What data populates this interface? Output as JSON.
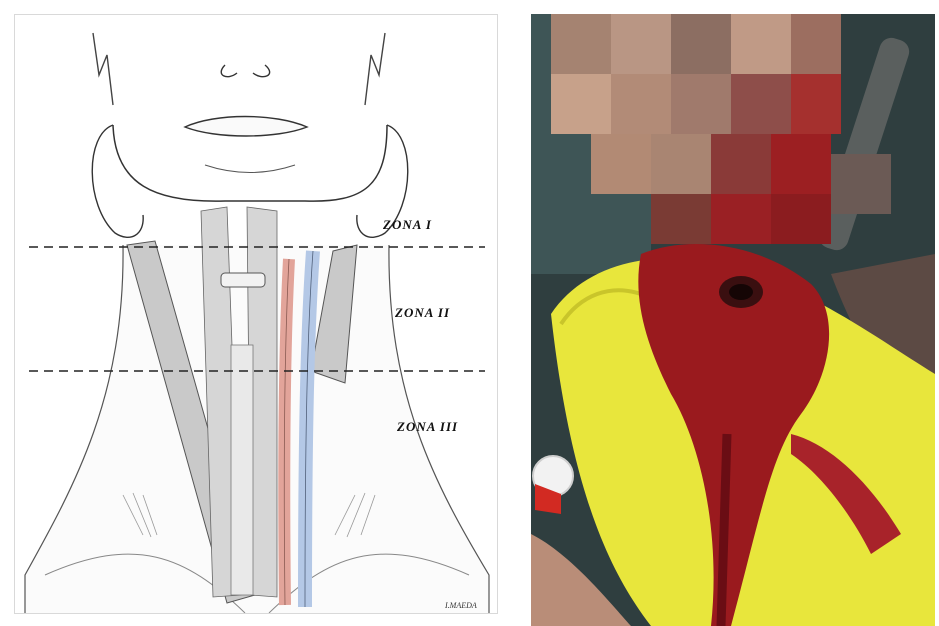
{
  "diagram": {
    "zone_labels": [
      "ZONA I",
      "ZONA II",
      "ZONA III"
    ],
    "signature": "I.MAEDA"
  },
  "photo": {
    "subject": "clinical photograph of penetrating neck wound (face pixelated)"
  },
  "colors": {
    "artery": "#e2a49a",
    "vein": "#b4c8e6",
    "muscle": "#c8c8c8",
    "towel": "#e8e63c",
    "blood": "#9a1a1e",
    "skin": "#b98d78"
  }
}
